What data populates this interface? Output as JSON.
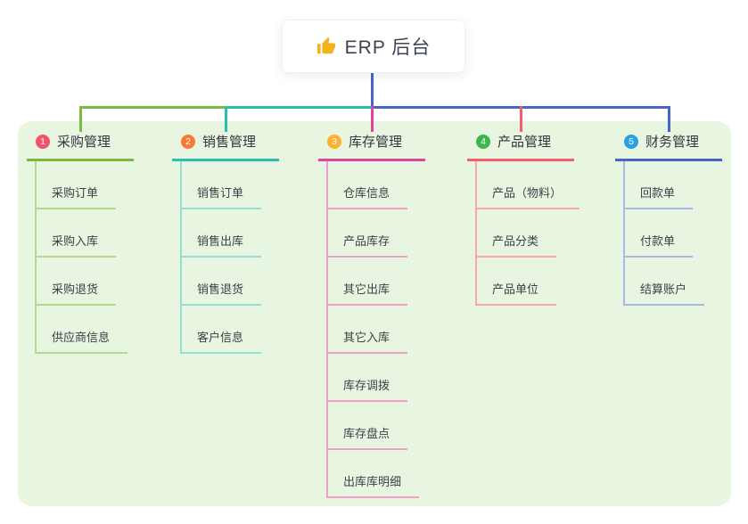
{
  "root": {
    "title": "ERP 后台",
    "icon": "thumbs-up-icon",
    "icon_color": "#f2b21d"
  },
  "colors": {
    "trunk": "#4a63c8",
    "panel_bg": "#e7f5e1",
    "canvas_bg": "#ffffff"
  },
  "branches": [
    {
      "index": "1",
      "label": "采购管理",
      "badge_color": "#f3536a",
      "line_color": "#7cb93e",
      "child_line_color": "#b5d98c",
      "children": [
        "采购订单",
        "采购入库",
        "采购退货",
        "供应商信息"
      ]
    },
    {
      "index": "2",
      "label": "销售管理",
      "badge_color": "#f77b33",
      "line_color": "#28bfae",
      "child_line_color": "#93dfd6",
      "children": [
        "销售订单",
        "销售出库",
        "销售退货",
        "客户信息"
      ]
    },
    {
      "index": "3",
      "label": "库存管理",
      "badge_color": "#ffb02e",
      "line_color": "#e0449c",
      "child_line_color": "#f0a0cd",
      "children": [
        "仓库信息",
        "产品库存",
        "其它出库",
        "其它入库",
        "库存调拨",
        "库存盘点",
        "出库库明细"
      ]
    },
    {
      "index": "4",
      "label": "产品管理",
      "badge_color": "#3cb54a",
      "line_color": "#f55e6d",
      "child_line_color": "#f9a6ad",
      "children": [
        "产品（物料）",
        "产品分类",
        "产品单位"
      ]
    },
    {
      "index": "5",
      "label": "财务管理",
      "badge_color": "#2b9fe3",
      "line_color": "#4a63c8",
      "child_line_color": "#a9b8e8",
      "children": [
        "回款单",
        "付款单",
        "结算账户"
      ]
    }
  ]
}
